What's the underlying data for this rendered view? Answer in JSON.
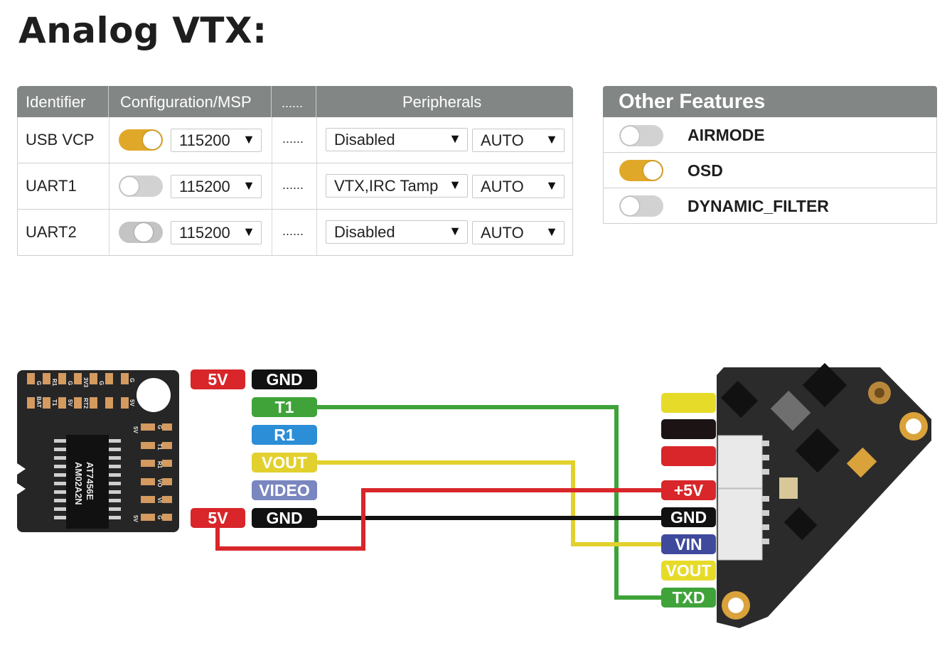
{
  "page_title": "Analog VTX:",
  "ports_table": {
    "headers": [
      "Identifier",
      "Configuration/MSP",
      "......",
      "Peripherals"
    ],
    "rows": [
      {
        "identifier": "USB VCP",
        "msp_state": "on",
        "baud": "115200",
        "dots": "......",
        "peripheral": "Disabled",
        "speed": "AUTO"
      },
      {
        "identifier": "UART1",
        "msp_state": "off",
        "baud": "115200",
        "dots": "......",
        "peripheral": "VTX,IRC Tamp",
        "speed": "AUTO"
      },
      {
        "identifier": "UART2",
        "msp_state": "disabled",
        "baud": "115200",
        "dots": "......",
        "peripheral": "Disabled",
        "speed": "AUTO"
      }
    ]
  },
  "other_features": {
    "title": "Other Features",
    "items": [
      {
        "label": "AIRMODE",
        "state": "off"
      },
      {
        "label": "OSD",
        "state": "on"
      },
      {
        "label": "DYNAMIC_FILTER",
        "state": "off"
      }
    ]
  },
  "vtx_module": {
    "chip_text": [
      "AT7456E",
      "AM02A2N"
    ],
    "top_pads": [
      "G",
      "R1",
      "G",
      "3V3",
      "G",
      "G",
      "BAT",
      "T1",
      "5V",
      "RT2",
      "5V"
    ],
    "side_pads": [
      "5V",
      "G",
      "T1",
      "R1",
      "VO",
      "VI",
      "5V",
      "G"
    ]
  },
  "left_pins": [
    {
      "label": "5V",
      "color": "#d8262a"
    },
    {
      "label": "GND",
      "color": "#111111"
    },
    {
      "label": "T1",
      "color": "#3fa33a"
    },
    {
      "label": "R1",
      "color": "#2b8ed6"
    },
    {
      "label": "VOUT",
      "color": "#e2d02e"
    },
    {
      "label": "VIDEO",
      "color": "#7a86c0"
    },
    {
      "label": "5V",
      "color": "#d8262a"
    },
    {
      "label": "GND",
      "color": "#111111"
    }
  ],
  "right_pins": [
    {
      "label": "",
      "color": "#e7db2a"
    },
    {
      "label": "",
      "color": "#1c1414"
    },
    {
      "label": "",
      "color": "#d8262a"
    },
    {
      "label": "+5V",
      "color": "#d8262a"
    },
    {
      "label": "GND",
      "color": "#111111"
    },
    {
      "label": "VIN",
      "color": "#3f4a9c"
    },
    {
      "label": "VOUT",
      "color": "#e7db2a"
    },
    {
      "label": "TXD",
      "color": "#3fa33a"
    }
  ],
  "colors": {
    "accent_toggle": "#e0a828",
    "header_gray": "#828785",
    "wire_green": "#3fa33a",
    "wire_yellow": "#e2d02e",
    "wire_red": "#d8262a",
    "wire_black": "#111111"
  }
}
